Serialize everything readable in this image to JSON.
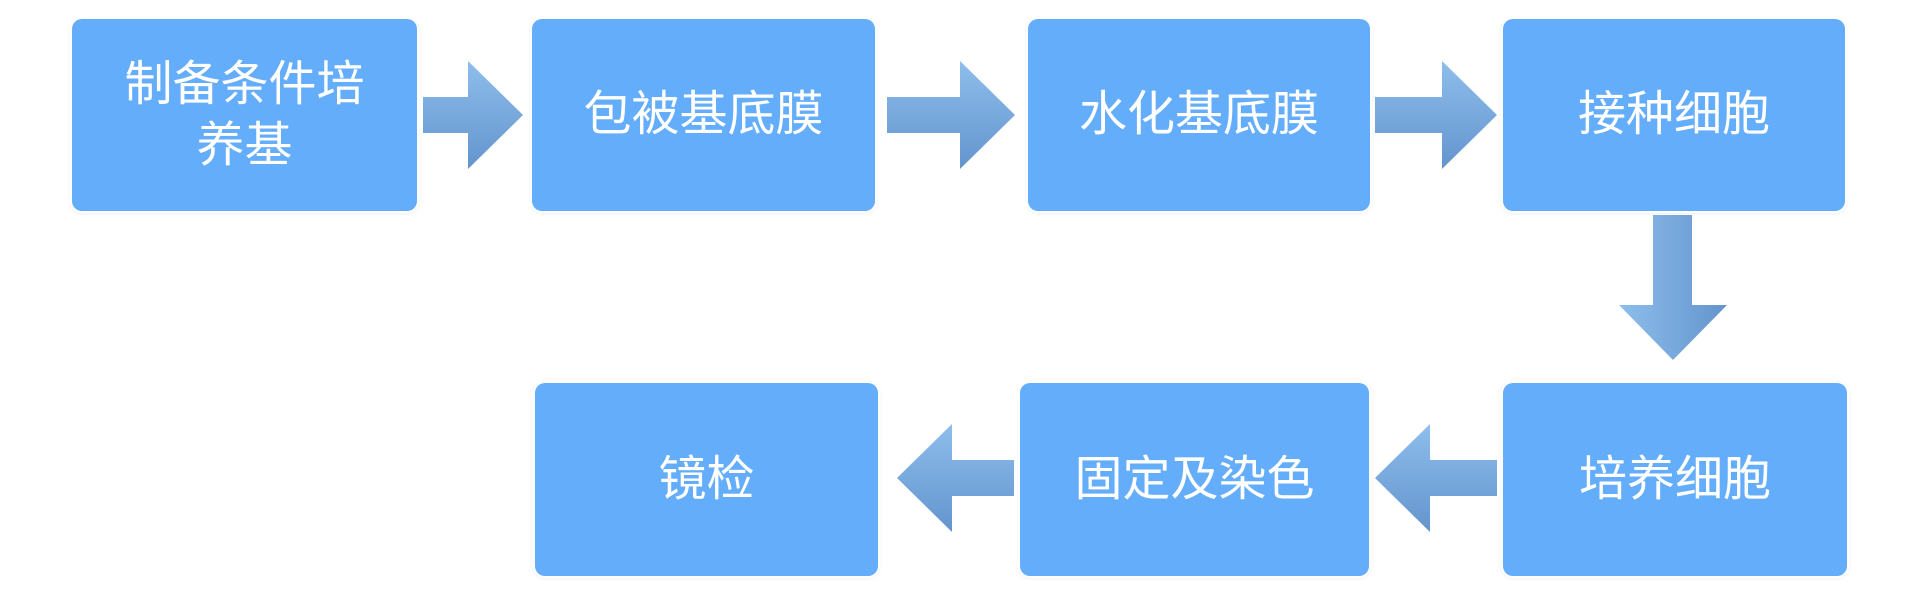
{
  "diagram": {
    "type": "flowchart",
    "background_color": "#ffffff",
    "box_fill_color": "#64adfa",
    "box_text_color": "#ffffff",
    "arrow_gradient_top": "#8ebeec",
    "arrow_gradient_bottom": "#6394cd",
    "steps": [
      {
        "order": 1,
        "label": "制备条件培\n养基"
      },
      {
        "order": 2,
        "label": "包被基底膜"
      },
      {
        "order": 3,
        "label": "水化基底膜"
      },
      {
        "order": 4,
        "label": "接种细胞"
      },
      {
        "order": 5,
        "label": "培养细胞"
      },
      {
        "order": 6,
        "label": "固定及染色"
      },
      {
        "order": 7,
        "label": "镜检"
      }
    ],
    "flow": [
      {
        "from": "制备条件培养基",
        "to": "包被基底膜",
        "direction": "right"
      },
      {
        "from": "包被基底膜",
        "to": "水化基底膜",
        "direction": "right"
      },
      {
        "from": "水化基底膜",
        "to": "接种细胞",
        "direction": "right"
      },
      {
        "from": "接种细胞",
        "to": "培养细胞",
        "direction": "down"
      },
      {
        "from": "培养细胞",
        "to": "固定及染色",
        "direction": "left"
      },
      {
        "from": "固定及染色",
        "to": "镜检",
        "direction": "left"
      }
    ]
  }
}
